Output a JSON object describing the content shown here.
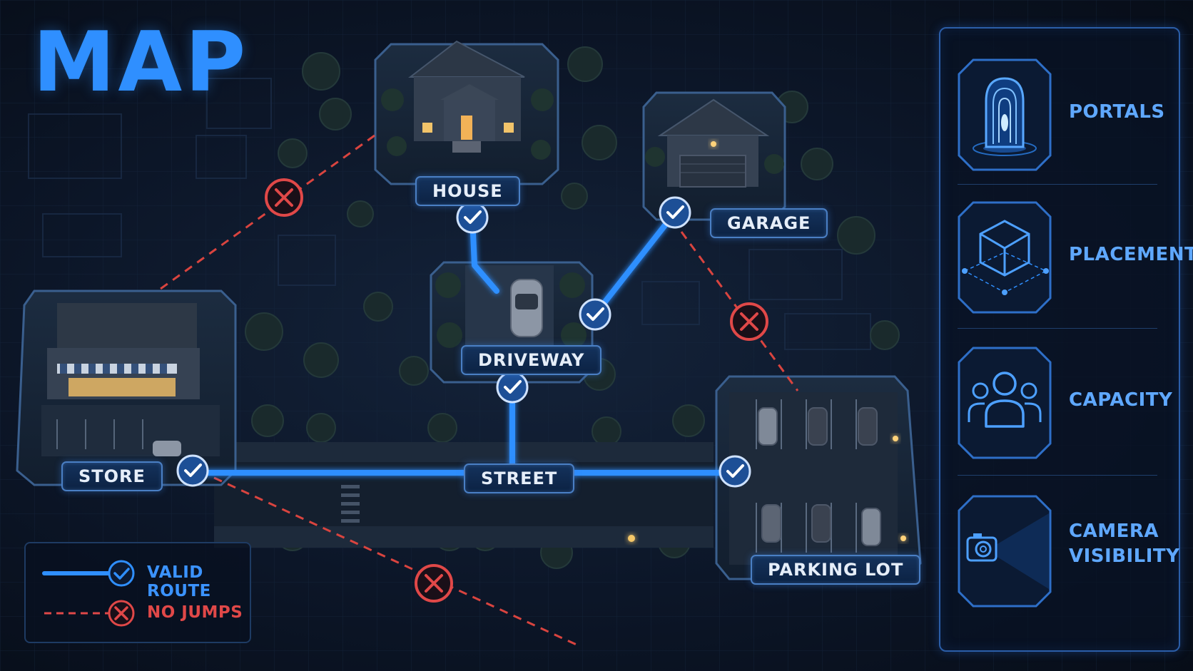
{
  "title": "MAP",
  "locations": {
    "house": "HOUSE",
    "garage": "GARAGE",
    "driveway": "DRIVEWAY",
    "store": "STORE",
    "street": "STREET",
    "parking_lot": "PARKING LOT"
  },
  "legend": {
    "valid": "VALID ROUTE",
    "invalid": "NO JUMPS"
  },
  "features": [
    {
      "label_lines": [
        "PORTALS"
      ],
      "icon": "portal-icon"
    },
    {
      "label_lines": [
        "PLACEMENT"
      ],
      "icon": "cube-placement-icon"
    },
    {
      "label_lines": [
        "CAPACITY"
      ],
      "icon": "people-capacity-icon"
    },
    {
      "label_lines": [
        "CAMERA",
        "VISIBILITY"
      ],
      "icon": "camera-visibility-icon"
    }
  ],
  "colors": {
    "valid_route": "#2f8fff",
    "invalid_route": "#e04848",
    "label_bg": "#10294c",
    "title": "#2f8fff"
  }
}
